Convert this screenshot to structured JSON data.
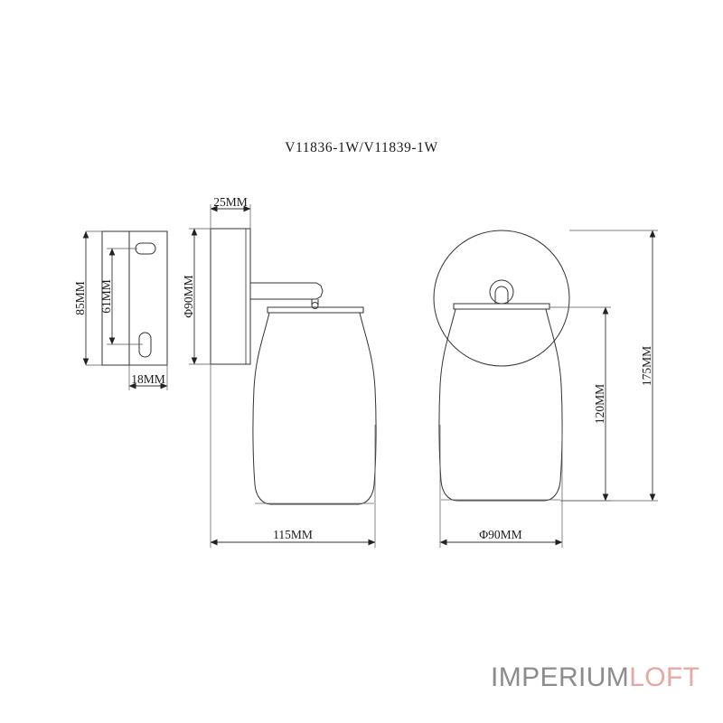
{
  "document": {
    "type": "technical-dimension-drawing",
    "title": "V11836-1W/V11839-1W",
    "background_color": "#ffffff",
    "line_color": "#333333",
    "text_color": "#1a1a1a"
  },
  "logo": {
    "part1": "IMPERIUM",
    "part2": "LOFT",
    "part1_color": "#8c8c8c",
    "part2_color": "#e8a6a0"
  },
  "views": {
    "left": {
      "name": "mounting-plate-detail",
      "dimensions": {
        "height_overall": "85MM",
        "hole_spacing": "61MM",
        "width": "18MM"
      }
    },
    "middle": {
      "name": "side-elevation",
      "dimensions": {
        "backplate_depth": "25MM",
        "backplate_diameter": "Φ90MM",
        "projection": "115MM"
      }
    },
    "right": {
      "name": "front-elevation",
      "dimensions": {
        "shade_height": "120MM",
        "overall_height": "175MM",
        "shade_diameter": "Φ90MM"
      }
    }
  },
  "dimension_labels": [
    {
      "id": "d-85mm",
      "text": "85MM",
      "orientation": "vertical",
      "view": "left"
    },
    {
      "id": "d-61mm",
      "text": "61MM",
      "orientation": "vertical",
      "view": "left"
    },
    {
      "id": "d-18mm",
      "text": "18MM",
      "orientation": "horizontal",
      "view": "left"
    },
    {
      "id": "d-25mm",
      "text": "25MM",
      "orientation": "horizontal",
      "view": "middle"
    },
    {
      "id": "d-dia90-side",
      "text": "Φ90MM",
      "orientation": "vertical",
      "view": "middle"
    },
    {
      "id": "d-115mm",
      "text": "115MM",
      "orientation": "horizontal",
      "view": "middle"
    },
    {
      "id": "d-120mm",
      "text": "120MM",
      "orientation": "vertical",
      "view": "right"
    },
    {
      "id": "d-175mm",
      "text": "175MM",
      "orientation": "vertical",
      "view": "right"
    },
    {
      "id": "d-dia90-front",
      "text": "Φ90MM",
      "orientation": "horizontal",
      "view": "right"
    }
  ]
}
